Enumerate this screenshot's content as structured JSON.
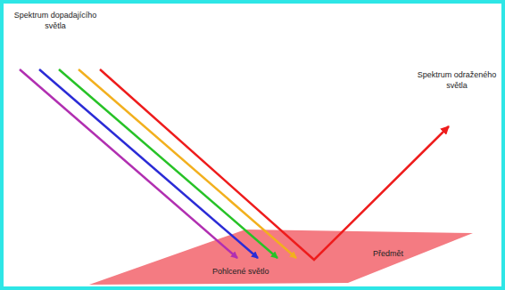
{
  "diagram": {
    "nodes": [
      {
        "text": [
          "Pohlcené světlo",
          "Předmět"
        ]
      }
    ],
    "labels": [
      "Spektrum dopadajícího světla",
      "Spektrum odraženého světla"
    ]
  }
}
